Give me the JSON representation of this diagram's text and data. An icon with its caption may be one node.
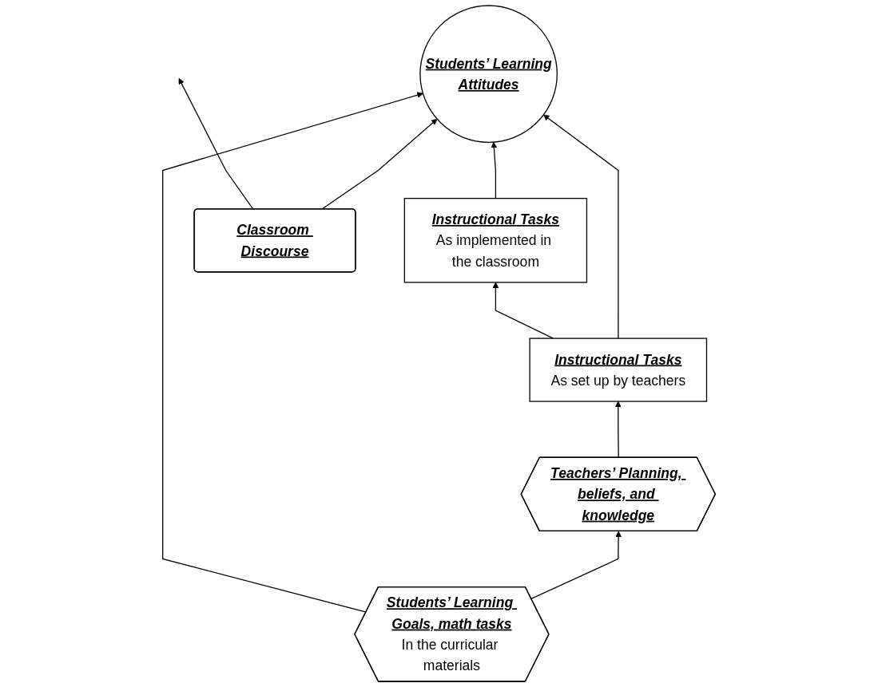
{
  "diagram": {
    "nodes": [
      {
        "text": [
          "Instructional Tasks",
          "As set up by teachers"
        ]
      },
      {
        "text": [
          "Instructional Tasks",
          "As implemented in the classroom"
        ]
      },
      {
        "text": [
          "Classroom Discourse"
        ]
      },
      {
        "text": [
          "Students’ Learning",
          "Attitudes"
        ]
      },
      {
        "text": [
          "Teachers’ Planning, beliefs, and knowledge"
        ]
      },
      {
        "text": [
          "Students’ Learning Goals, math tasks",
          "In the curricular materials"
        ]
      }
    ],
    "edges": [
      {
        "from": 0,
        "to": 1,
        "arrow": "to"
      },
      {
        "from": 2,
        "to": null,
        "arrow": "to"
      },
      {
        "from": 0,
        "to": 3,
        "arrow": "to"
      },
      {
        "from": 2,
        "to": 3,
        "arrow": "to"
      },
      {
        "from": 1,
        "to": 3,
        "arrow": "to"
      },
      {
        "from": 5,
        "to": 3,
        "arrow": "to"
      },
      {
        "from": 4,
        "to": 0,
        "arrow": "to"
      },
      {
        "from": 5,
        "to": 4,
        "arrow": "to"
      }
    ]
  }
}
